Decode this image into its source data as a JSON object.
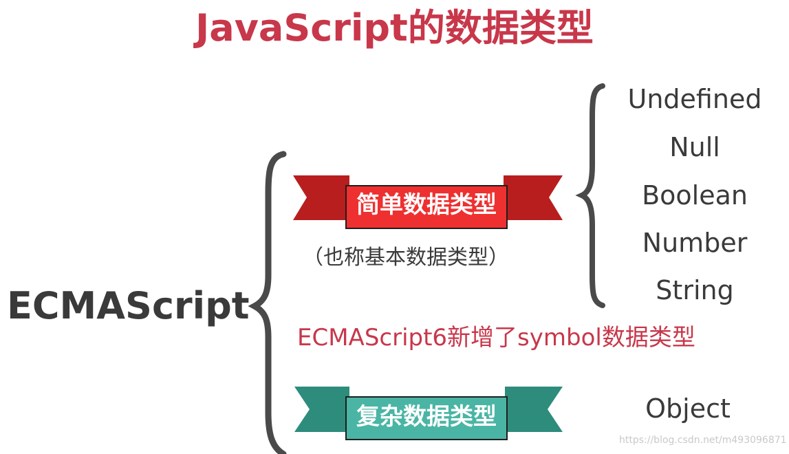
{
  "title": "JavaScript的数据类型",
  "root": {
    "label": "ECMAScript"
  },
  "simple": {
    "ribbon_label": "简单数据类型",
    "note": "（也称基本数据类型）",
    "types": [
      "Undefined",
      "Null",
      "Boolean",
      "Number",
      "String"
    ]
  },
  "es6_note": "ECMAScript6新增了symbol数据类型",
  "complex": {
    "ribbon_label": "复杂数据类型",
    "types": [
      "Object"
    ]
  },
  "watermark": "https://blog.csdn.net/m493096871",
  "colors": {
    "title": "#c8374a",
    "text": "#3a3a3a",
    "brace": "#4a4a4a",
    "simple_ribbon": "#ee3030",
    "simple_ribbon_dark": "#b81e1e",
    "complex_ribbon": "#4ab5a4",
    "complex_ribbon_dark": "#2e8c7d",
    "es6_note": "#c8374a",
    "watermark": "#c9c9c9"
  }
}
